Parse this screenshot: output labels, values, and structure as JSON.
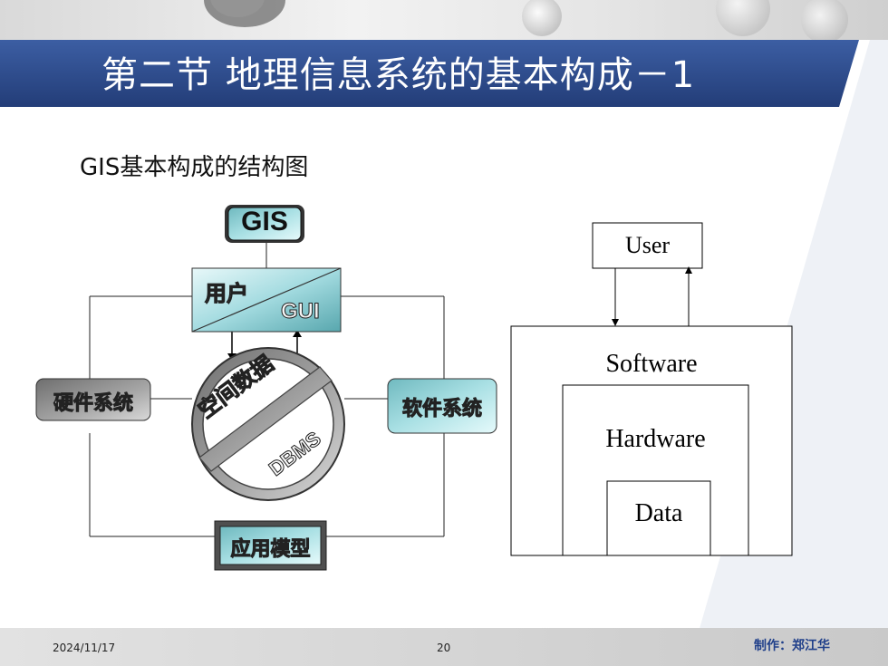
{
  "slide": {
    "title": "第二节 地理信息系统的基本构成－1",
    "subtitle": "GIS基本构成的结构图"
  },
  "left_diagram": {
    "gis_label": "GIS",
    "user_label": "用户",
    "gui_label": "GUI",
    "hardware_label": "硬件系统",
    "software_label": "软件系统",
    "spatial_data_label": "空间数据",
    "dbms_label": "DBMS",
    "app_model_label": "应用模型"
  },
  "right_diagram": {
    "user": "User",
    "software": "Software",
    "hardware": "Hardware",
    "data": "Data"
  },
  "footer": {
    "date": "2024/11/17",
    "page_number": "20",
    "author": "制作：郑江华"
  },
  "colors": {
    "banner": "#2f4d8c",
    "teal_box": "#8fd0d6",
    "gray_box": "#808080"
  }
}
